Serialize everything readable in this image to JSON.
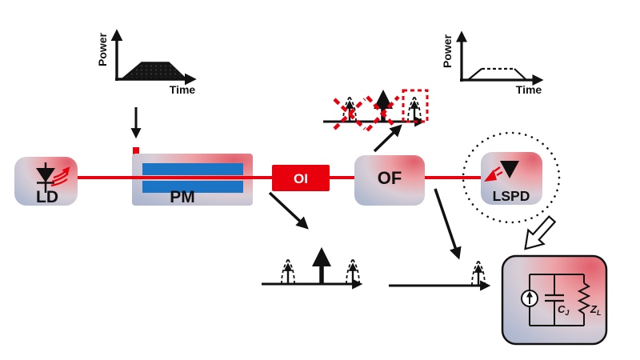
{
  "figure_type": "optical system schematic",
  "colors": {
    "signal_red": "#e8000d",
    "electrode_blue": "#1b74c4",
    "ink": "#111111",
    "box_gradient_blue": "#b2bad0",
    "box_gradient_red": "#e0606c"
  },
  "insets": {
    "input_power": {
      "ylabel": "Power",
      "xlabel": "Time",
      "waveform": "filled trapezoid pulse"
    },
    "output_power": {
      "ylabel": "Power",
      "xlabel": "Time",
      "waveform": "dashed trapezoid pulse outline"
    }
  },
  "blocks": {
    "ld": {
      "label": "LD"
    },
    "pm": {
      "label": "PM"
    },
    "oi": {
      "label": "OI"
    },
    "of": {
      "label": "OF"
    },
    "lspd": {
      "label": "LSPD"
    }
  },
  "spectra": {
    "after_pm": {
      "components": [
        "lower sideband (dashed)",
        "carrier (solid)",
        "upper sideband (dashed)"
      ]
    },
    "filter_action": {
      "rejected": [
        "lower sideband",
        "carrier"
      ],
      "selected": "upper sideband in red dashed box"
    },
    "after_of": {
      "components": [
        "single sideband (dashed)"
      ]
    }
  },
  "circuit": {
    "source": "photocurrent source",
    "capacitor": {
      "symbol": "C",
      "subscript": "J"
    },
    "load": {
      "symbol": "Z",
      "subscript": "L"
    }
  }
}
